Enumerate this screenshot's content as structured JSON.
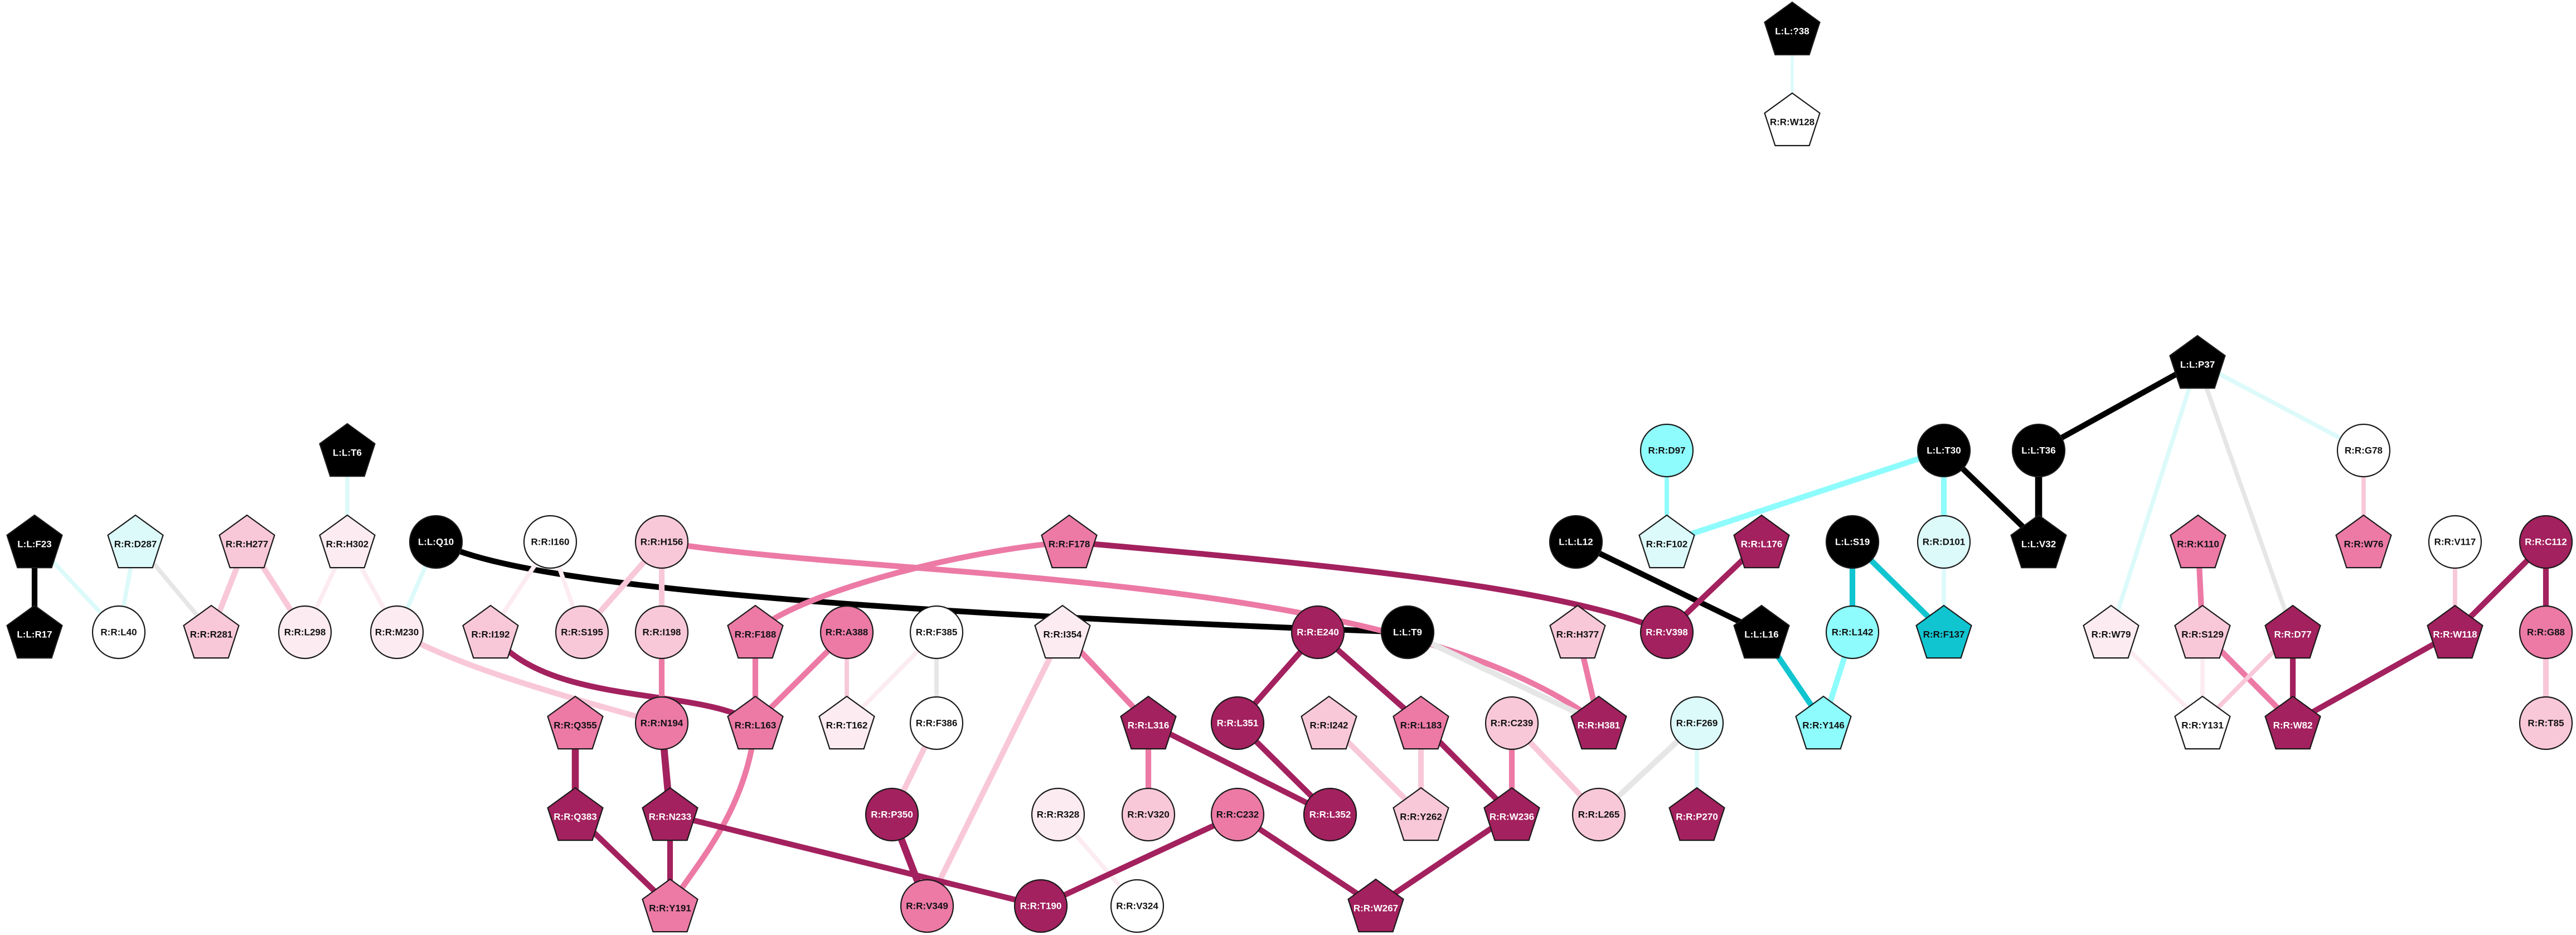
{
  "palette": {
    "black": "#000000",
    "white": "#ffffff",
    "cyan_light": "#ddfafa",
    "cyan": "#8efcfc",
    "cyan_strong": "#10c5d0",
    "pink_faint": "#fcecf2",
    "pink_light": "#f8c8d9",
    "pink": "#ec7aa5",
    "magenta": "#a3215e",
    "gray": "#e6e6e6"
  },
  "nodes": [
    {
      "id": "L:L:?38",
      "label": "L:L:?38",
      "shape": "pentagon",
      "fill": "black"
    },
    {
      "id": "R:R:W128",
      "label": "R:R:W128",
      "shape": "pentagon",
      "fill": "white"
    },
    {
      "id": "L:L:P37",
      "label": "L:L:P37",
      "shape": "pentagon",
      "fill": "black"
    },
    {
      "id": "L:L:T6",
      "label": "L:L:T6",
      "shape": "pentagon",
      "fill": "black"
    },
    {
      "id": "R:R:D97",
      "label": "R:R:D97",
      "shape": "circle",
      "fill": "cyan"
    },
    {
      "id": "L:L:T30",
      "label": "L:L:T30",
      "shape": "circle",
      "fill": "black"
    },
    {
      "id": "L:L:T36",
      "label": "L:L:T36",
      "shape": "circle",
      "fill": "black"
    },
    {
      "id": "R:R:G78",
      "label": "R:R:G78",
      "shape": "circle",
      "fill": "white"
    },
    {
      "id": "L:L:F23",
      "label": "L:L:F23",
      "shape": "pentagon",
      "fill": "black"
    },
    {
      "id": "R:R:D287",
      "label": "R:R:D287",
      "shape": "pentagon",
      "fill": "cyan_light"
    },
    {
      "id": "R:R:H277",
      "label": "R:R:H277",
      "shape": "pentagon",
      "fill": "pink_light"
    },
    {
      "id": "R:R:H302",
      "label": "R:R:H302",
      "shape": "pentagon",
      "fill": "pink_faint"
    },
    {
      "id": "L:L:Q10",
      "label": "L:L:Q10",
      "shape": "circle",
      "fill": "black"
    },
    {
      "id": "R:R:I160",
      "label": "R:R:I160",
      "shape": "circle",
      "fill": "white"
    },
    {
      "id": "R:R:H156",
      "label": "R:R:H156",
      "shape": "circle",
      "fill": "pink_light"
    },
    {
      "id": "R:R:F178",
      "label": "R:R:F178",
      "shape": "pentagon",
      "fill": "pink"
    },
    {
      "id": "L:L:L12",
      "label": "L:L:L12",
      "shape": "circle",
      "fill": "black"
    },
    {
      "id": "R:R:F102",
      "label": "R:R:F102",
      "shape": "pentagon",
      "fill": "cyan_light"
    },
    {
      "id": "R:R:L176",
      "label": "R:R:L176",
      "shape": "pentagon",
      "fill": "magenta"
    },
    {
      "id": "L:L:S19",
      "label": "L:L:S19",
      "shape": "circle",
      "fill": "black"
    },
    {
      "id": "R:R:D101",
      "label": "R:R:D101",
      "shape": "circle",
      "fill": "cyan_light"
    },
    {
      "id": "L:L:V32",
      "label": "L:L:V32",
      "shape": "pentagon",
      "fill": "black"
    },
    {
      "id": "R:R:K110",
      "label": "R:R:K110",
      "shape": "pentagon",
      "fill": "pink"
    },
    {
      "id": "R:R:W76",
      "label": "R:R:W76",
      "shape": "pentagon",
      "fill": "pink"
    },
    {
      "id": "R:R:V117",
      "label": "R:R:V117",
      "shape": "circle",
      "fill": "white"
    },
    {
      "id": "R:R:C112",
      "label": "R:R:C112",
      "shape": "circle",
      "fill": "magenta"
    },
    {
      "id": "L:L:R17",
      "label": "L:L:R17",
      "shape": "pentagon",
      "fill": "black"
    },
    {
      "id": "R:R:L40",
      "label": "R:R:L40",
      "shape": "circle",
      "fill": "white"
    },
    {
      "id": "R:R:R281",
      "label": "R:R:R281",
      "shape": "pentagon",
      "fill": "pink_light"
    },
    {
      "id": "R:R:L298",
      "label": "R:R:L298",
      "shape": "circle",
      "fill": "pink_faint"
    },
    {
      "id": "R:R:M230",
      "label": "R:R:M230",
      "shape": "circle",
      "fill": "pink_faint"
    },
    {
      "id": "R:R:I192",
      "label": "R:R:I192",
      "shape": "pentagon",
      "fill": "pink_light"
    },
    {
      "id": "R:R:S195",
      "label": "R:R:S195",
      "shape": "circle",
      "fill": "pink_light"
    },
    {
      "id": "R:R:I198",
      "label": "R:R:I198",
      "shape": "circle",
      "fill": "pink_light"
    },
    {
      "id": "R:R:F188",
      "label": "R:R:F188",
      "shape": "pentagon",
      "fill": "pink"
    },
    {
      "id": "R:R:A388",
      "label": "R:R:A388",
      "shape": "circle",
      "fill": "pink"
    },
    {
      "id": "R:R:F385",
      "label": "R:R:F385",
      "shape": "circle",
      "fill": "white"
    },
    {
      "id": "R:R:I354",
      "label": "R:R:I354",
      "shape": "pentagon",
      "fill": "pink_faint"
    },
    {
      "id": "R:R:E240",
      "label": "R:R:E240",
      "shape": "circle",
      "fill": "magenta"
    },
    {
      "id": "L:L:T9",
      "label": "L:L:T9",
      "shape": "circle",
      "fill": "black"
    },
    {
      "id": "R:R:H377",
      "label": "R:R:H377",
      "shape": "pentagon",
      "fill": "pink_light"
    },
    {
      "id": "R:R:V398",
      "label": "R:R:V398",
      "shape": "circle",
      "fill": "magenta"
    },
    {
      "id": "L:L:L16",
      "label": "L:L:L16",
      "shape": "pentagon",
      "fill": "black"
    },
    {
      "id": "R:R:L142",
      "label": "R:R:L142",
      "shape": "circle",
      "fill": "cyan"
    },
    {
      "id": "R:R:F137",
      "label": "R:R:F137",
      "shape": "pentagon",
      "fill": "cyan_strong"
    },
    {
      "id": "R:R:W79",
      "label": "R:R:W79",
      "shape": "pentagon",
      "fill": "pink_faint"
    },
    {
      "id": "R:R:S129",
      "label": "R:R:S129",
      "shape": "pentagon",
      "fill": "pink_light"
    },
    {
      "id": "R:R:D77",
      "label": "R:R:D77",
      "shape": "pentagon",
      "fill": "magenta"
    },
    {
      "id": "R:R:W118",
      "label": "R:R:W118",
      "shape": "pentagon",
      "fill": "magenta"
    },
    {
      "id": "R:R:G88",
      "label": "R:R:G88",
      "shape": "circle",
      "fill": "pink"
    },
    {
      "id": "R:R:Q355",
      "label": "R:R:Q355",
      "shape": "pentagon",
      "fill": "pink"
    },
    {
      "id": "R:R:N194",
      "label": "R:R:N194",
      "shape": "circle",
      "fill": "pink"
    },
    {
      "id": "R:R:L163",
      "label": "R:R:L163",
      "shape": "pentagon",
      "fill": "pink"
    },
    {
      "id": "R:R:T162",
      "label": "R:R:T162",
      "shape": "pentagon",
      "fill": "pink_faint"
    },
    {
      "id": "R:R:F386",
      "label": "R:R:F386",
      "shape": "circle",
      "fill": "white"
    },
    {
      "id": "R:R:L316",
      "label": "R:R:L316",
      "shape": "pentagon",
      "fill": "magenta"
    },
    {
      "id": "R:R:L351",
      "label": "R:R:L351",
      "shape": "circle",
      "fill": "magenta"
    },
    {
      "id": "R:R:I242",
      "label": "R:R:I242",
      "shape": "pentagon",
      "fill": "pink_light"
    },
    {
      "id": "R:R:L183",
      "label": "R:R:L183",
      "shape": "pentagon",
      "fill": "pink"
    },
    {
      "id": "R:R:C239",
      "label": "R:R:C239",
      "shape": "circle",
      "fill": "pink_light"
    },
    {
      "id": "R:R:H381",
      "label": "R:R:H381",
      "shape": "pentagon",
      "fill": "magenta"
    },
    {
      "id": "R:R:F269",
      "label": "R:R:F269",
      "shape": "circle",
      "fill": "cyan_light"
    },
    {
      "id": "R:R:Y146",
      "label": "R:R:Y146",
      "shape": "pentagon",
      "fill": "cyan"
    },
    {
      "id": "R:R:Y131",
      "label": "R:R:Y131",
      "shape": "pentagon",
      "fill": "white"
    },
    {
      "id": "R:R:W82",
      "label": "R:R:W82",
      "shape": "pentagon",
      "fill": "magenta"
    },
    {
      "id": "R:R:T85",
      "label": "R:R:T85",
      "shape": "circle",
      "fill": "pink_light"
    },
    {
      "id": "R:R:Q383",
      "label": "R:R:Q383",
      "shape": "pentagon",
      "fill": "magenta"
    },
    {
      "id": "R:R:N233",
      "label": "R:R:N233",
      "shape": "pentagon",
      "fill": "magenta"
    },
    {
      "id": "R:R:P350",
      "label": "R:R:P350",
      "shape": "circle",
      "fill": "magenta"
    },
    {
      "id": "R:R:R328",
      "label": "R:R:R328",
      "shape": "circle",
      "fill": "pink_faint"
    },
    {
      "id": "R:R:V320",
      "label": "R:R:V320",
      "shape": "circle",
      "fill": "pink_light"
    },
    {
      "id": "R:R:C232",
      "label": "R:R:C232",
      "shape": "circle",
      "fill": "pink"
    },
    {
      "id": "R:R:L352",
      "label": "R:R:L352",
      "shape": "circle",
      "fill": "magenta"
    },
    {
      "id": "R:R:Y262",
      "label": "R:R:Y262",
      "shape": "pentagon",
      "fill": "pink_light"
    },
    {
      "id": "R:R:W236",
      "label": "R:R:W236",
      "shape": "pentagon",
      "fill": "magenta"
    },
    {
      "id": "R:R:L265",
      "label": "R:R:L265",
      "shape": "circle",
      "fill": "pink_light"
    },
    {
      "id": "R:R:P270",
      "label": "R:R:P270",
      "shape": "pentagon",
      "fill": "magenta"
    },
    {
      "id": "R:R:Y191",
      "label": "R:R:Y191",
      "shape": "pentagon",
      "fill": "pink"
    },
    {
      "id": "R:R:V349",
      "label": "R:R:V349",
      "shape": "circle",
      "fill": "pink"
    },
    {
      "id": "R:R:T190",
      "label": "R:R:T190",
      "shape": "circle",
      "fill": "magenta"
    },
    {
      "id": "R:R:V324",
      "label": "R:R:V324",
      "shape": "circle",
      "fill": "white"
    },
    {
      "id": "R:R:W267",
      "label": "R:R:W267",
      "shape": "pentagon",
      "fill": "magenta"
    }
  ],
  "edges": [
    {
      "source": "L:L:?38",
      "target": "R:R:W128",
      "color": "cyan_light",
      "weight": 1
    },
    {
      "source": "L:L:P37",
      "target": "L:L:T36",
      "color": "black",
      "weight": 3
    },
    {
      "source": "L:L:P37",
      "target": "R:R:G78",
      "color": "cyan_light",
      "weight": 2
    },
    {
      "source": "L:L:P37",
      "target": "R:R:W79",
      "color": "cyan_light",
      "weight": 2
    },
    {
      "source": "L:L:P37",
      "target": "R:R:D77",
      "color": "gray",
      "weight": 2
    },
    {
      "source": "L:L:T6",
      "target": "R:R:H302",
      "color": "cyan_light",
      "weight": 2
    },
    {
      "source": "R:R:D97",
      "target": "R:R:F102",
      "color": "cyan",
      "weight": 2
    },
    {
      "source": "L:L:T30",
      "target": "R:R:F102",
      "color": "cyan",
      "weight": 3
    },
    {
      "source": "L:L:T30",
      "target": "R:R:D101",
      "color": "cyan",
      "weight": 3
    },
    {
      "source": "L:L:T30",
      "target": "L:L:V32",
      "color": "black",
      "weight": 3
    },
    {
      "source": "L:L:T36",
      "target": "L:L:V32",
      "color": "black",
      "weight": 4
    },
    {
      "source": "R:R:G78",
      "target": "R:R:W76",
      "color": "pink_light",
      "weight": 2
    },
    {
      "source": "L:L:F23",
      "target": "L:L:R17",
      "color": "black",
      "weight": 3
    },
    {
      "source": "L:L:F23",
      "target": "R:R:L40",
      "color": "cyan_light",
      "weight": 2
    },
    {
      "source": "R:R:D287",
      "target": "R:R:L40",
      "color": "cyan_light",
      "weight": 2
    },
    {
      "source": "R:R:D287",
      "target": "R:R:R281",
      "color": "gray",
      "weight": 2
    },
    {
      "source": "R:R:H277",
      "target": "R:R:R281",
      "color": "pink_light",
      "weight": 3
    },
    {
      "source": "R:R:H277",
      "target": "R:R:L298",
      "color": "pink_light",
      "weight": 3
    },
    {
      "source": "R:R:H302",
      "target": "R:R:L298",
      "color": "pink_faint",
      "weight": 2
    },
    {
      "source": "R:R:H302",
      "target": "R:R:M230",
      "color": "pink_faint",
      "weight": 2
    },
    {
      "source": "L:L:Q10",
      "target": "R:R:M230",
      "color": "cyan_light",
      "weight": 2
    },
    {
      "source": "L:L:Q10",
      "target": "L:L:T9",
      "color": "black",
      "weight": 3,
      "curve": "q10"
    },
    {
      "source": "R:R:I160",
      "target": "R:R:I192",
      "color": "pink_faint",
      "weight": 2
    },
    {
      "source": "R:R:I160",
      "target": "R:R:S195",
      "color": "pink_faint",
      "weight": 2
    },
    {
      "source": "R:R:H156",
      "target": "R:R:S195",
      "color": "pink_light",
      "weight": 3
    },
    {
      "source": "R:R:H156",
      "target": "R:R:I198",
      "color": "pink_light",
      "weight": 3
    },
    {
      "source": "R:R:H156",
      "target": "R:R:H381",
      "color": "pink",
      "weight": 3,
      "curve": "h156"
    },
    {
      "source": "R:R:F178",
      "target": "R:R:F188",
      "color": "pink",
      "weight": 3,
      "curve": "f178a"
    },
    {
      "source": "R:R:F178",
      "target": "R:R:V398",
      "color": "magenta",
      "weight": 3,
      "curve": "f178b"
    },
    {
      "source": "L:L:L12",
      "target": "L:L:L16",
      "color": "black",
      "weight": 3
    },
    {
      "source": "R:R:L176",
      "target": "R:R:V398",
      "color": "magenta",
      "weight": 3
    },
    {
      "source": "L:L:S19",
      "target": "R:R:L142",
      "color": "cyan_strong",
      "weight": 3
    },
    {
      "source": "L:L:S19",
      "target": "R:R:F137",
      "color": "cyan_strong",
      "weight": 3
    },
    {
      "source": "R:R:D101",
      "target": "R:R:F137",
      "color": "cyan_light",
      "weight": 2
    },
    {
      "source": "R:R:K110",
      "target": "R:R:S129",
      "color": "pink",
      "weight": 3
    },
    {
      "source": "R:R:V117",
      "target": "R:R:W118",
      "color": "pink_light",
      "weight": 2
    },
    {
      "source": "R:R:C112",
      "target": "R:R:W118",
      "color": "magenta",
      "weight": 3
    },
    {
      "source": "R:R:C112",
      "target": "R:R:G88",
      "color": "magenta",
      "weight": 3
    },
    {
      "source": "R:R:M230",
      "target": "R:R:N194",
      "color": "pink_light",
      "weight": 3,
      "curve": "m230"
    },
    {
      "source": "R:R:I192",
      "target": "R:R:L163",
      "color": "magenta",
      "weight": 3,
      "curve": "i192"
    },
    {
      "source": "R:R:I198",
      "target": "R:R:N194",
      "color": "pink",
      "weight": 3
    },
    {
      "source": "R:R:F188",
      "target": "R:R:L163",
      "color": "pink",
      "weight": 3
    },
    {
      "source": "R:R:A388",
      "target": "R:R:L163",
      "color": "pink",
      "weight": 3
    },
    {
      "source": "R:R:A388",
      "target": "R:R:T162",
      "color": "pink_light",
      "weight": 2
    },
    {
      "source": "R:R:F385",
      "target": "R:R:T162",
      "color": "pink_faint",
      "weight": 2
    },
    {
      "source": "R:R:F385",
      "target": "R:R:F386",
      "color": "gray",
      "weight": 2
    },
    {
      "source": "R:R:I354",
      "target": "R:R:L316",
      "color": "pink",
      "weight": 3
    },
    {
      "source": "R:R:I354",
      "target": "R:R:V349",
      "color": "pink_light",
      "weight": 3
    },
    {
      "source": "R:R:E240",
      "target": "R:R:L351",
      "color": "magenta",
      "weight": 3
    },
    {
      "source": "R:R:E240",
      "target": "R:R:L183",
      "color": "magenta",
      "weight": 3
    },
    {
      "source": "L:L:T9",
      "target": "R:R:H381",
      "color": "gray",
      "weight": 3
    },
    {
      "source": "R:R:H377",
      "target": "R:R:H381",
      "color": "pink",
      "weight": 3
    },
    {
      "source": "L:L:L16",
      "target": "R:R:Y146",
      "color": "cyan_strong",
      "weight": 3
    },
    {
      "source": "R:R:L142",
      "target": "R:R:Y146",
      "color": "cyan",
      "weight": 3
    },
    {
      "source": "R:R:W79",
      "target": "R:R:Y131",
      "color": "pink_faint",
      "weight": 2
    },
    {
      "source": "R:R:S129",
      "target": "R:R:Y131",
      "color": "pink_faint",
      "weight": 2
    },
    {
      "source": "R:R:S129",
      "target": "R:R:W82",
      "color": "pink",
      "weight": 3
    },
    {
      "source": "R:R:D77",
      "target": "R:R:W82",
      "color": "magenta",
      "weight": 3
    },
    {
      "source": "R:R:D77",
      "target": "R:R:Y131",
      "color": "pink_light",
      "weight": 2
    },
    {
      "source": "R:R:W118",
      "target": "R:R:W82",
      "color": "magenta",
      "weight": 3
    },
    {
      "source": "R:R:G88",
      "target": "R:R:T85",
      "color": "pink_light",
      "weight": 3
    },
    {
      "source": "R:R:Q355",
      "target": "R:R:Q383",
      "color": "magenta",
      "weight": 4
    },
    {
      "source": "R:R:N194",
      "target": "R:R:N233",
      "color": "magenta",
      "weight": 4
    },
    {
      "source": "R:R:L163",
      "target": "R:R:Y191",
      "color": "pink",
      "weight": 3,
      "curve": "l163"
    },
    {
      "source": "R:R:F386",
      "target": "R:R:P350",
      "color": "pink_light",
      "weight": 3
    },
    {
      "source": "R:R:L316",
      "target": "R:R:V320",
      "color": "pink",
      "weight": 3
    },
    {
      "source": "R:R:L316",
      "target": "R:R:L352",
      "color": "magenta",
      "weight": 3
    },
    {
      "source": "R:R:L351",
      "target": "R:R:L352",
      "color": "magenta",
      "weight": 3
    },
    {
      "source": "R:R:I242",
      "target": "R:R:Y262",
      "color": "pink_light",
      "weight": 3
    },
    {
      "source": "R:R:L183",
      "target": "R:R:Y262",
      "color": "pink_light",
      "weight": 3
    },
    {
      "source": "R:R:L183",
      "target": "R:R:W236",
      "color": "magenta",
      "weight": 3
    },
    {
      "source": "R:R:C239",
      "target": "R:R:W236",
      "color": "pink",
      "weight": 3
    },
    {
      "source": "R:R:C239",
      "target": "R:R:L265",
      "color": "pink_light",
      "weight": 3
    },
    {
      "source": "R:R:F269",
      "target": "R:R:L265",
      "color": "gray",
      "weight": 3
    },
    {
      "source": "R:R:F269",
      "target": "R:R:P270",
      "color": "cyan_light",
      "weight": 2
    },
    {
      "source": "R:R:Q383",
      "target": "R:R:Y191",
      "color": "magenta",
      "weight": 3
    },
    {
      "source": "R:R:N233",
      "target": "R:R:Y191",
      "color": "magenta",
      "weight": 3
    },
    {
      "source": "R:R:N233",
      "target": "R:R:T190",
      "color": "magenta",
      "weight": 3
    },
    {
      "source": "R:R:P350",
      "target": "R:R:V349",
      "color": "magenta",
      "weight": 4
    },
    {
      "source": "R:R:R328",
      "target": "R:R:V324",
      "color": "pink_faint",
      "weight": 2
    },
    {
      "source": "R:R:C232",
      "target": "R:R:T190",
      "color": "magenta",
      "weight": 3
    },
    {
      "source": "R:R:C232",
      "target": "R:R:W267",
      "color": "magenta",
      "weight": 3
    },
    {
      "source": "R:R:W236",
      "target": "R:R:W267",
      "color": "magenta",
      "weight": 3
    }
  ]
}
